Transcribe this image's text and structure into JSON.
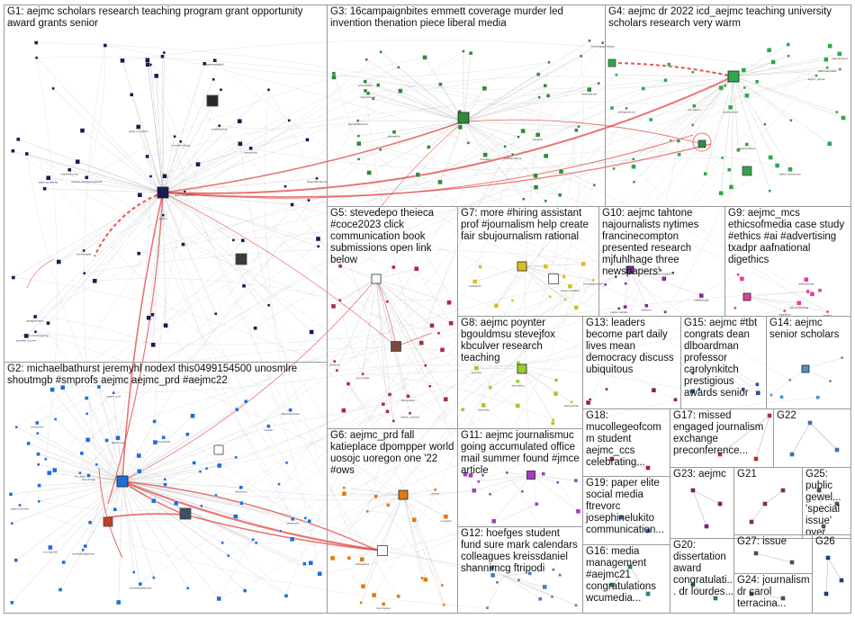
{
  "groups": [
    {
      "id": "G1",
      "label": "G1: aejmc scholars research teaching program grant opportunity award grants senior",
      "color": "#1a1a55"
    },
    {
      "id": "G2",
      "label": "G2: michaelbathurst jeremyhl nodexl this0499154500 unosmlre shoutmgb #smprofs aejmc aejmc_prd #aejmc22",
      "color": "#1e6fd6"
    },
    {
      "id": "G3",
      "label": "G3: 16campaignbites emmett coverage murder led invention thenation piece liberal media",
      "color": "#2e8b3a"
    },
    {
      "id": "G4",
      "label": "G4: aejmc dr 2022 icd_aejmc teaching university scholars research very warm",
      "color": "#2ea84a"
    },
    {
      "id": "G5",
      "label": "G5: stevedepo theieca #coce2023 click communication book submissions open link below",
      "color": "#b02a3c"
    },
    {
      "id": "G6",
      "label": "G6: aejmc_prd fall katieplace dpompper world uosojc uoregon one '22 #ows",
      "color": "#e07a10"
    },
    {
      "id": "G7",
      "label": "G7: more #hiring assistant prof #journalism help create fair sbujournalism rational",
      "color": "#d8c020"
    },
    {
      "id": "G8",
      "label": "G8: aejmc poynter bgouldmsu stevejfox kbculver research teaching",
      "color": "#9acd32"
    },
    {
      "id": "G9",
      "label": "G9: aejmc_mcs ethicsofmedia case study #ethics #ai #advertising txadpr aafnational digethics",
      "color": "#e040a0"
    },
    {
      "id": "G10",
      "label": "G10: aejmc tahtone najournalists nytimes francinecompton presented research mjfuhlhage three newspapers'",
      "color": "#7a3090"
    },
    {
      "id": "G11",
      "label": "G11: aejmc journalismuc going accumulated office mail summer found #jmce article",
      "color": "#a040c0"
    },
    {
      "id": "G12",
      "label": "G12: hoefges student fund sure mark calendars colleagues kreissdaniel shannimcg ftripodi",
      "color": "#4a7ab0"
    },
    {
      "id": "G13",
      "label": "G13: leaders become part daily lives mean democracy discuss ubiquitous",
      "color": "#8a2050"
    },
    {
      "id": "G14",
      "label": "G14: aejmc senior scholars",
      "color": "#5090c0"
    },
    {
      "id": "G15",
      "label": "G15: aejmc #tbt congrats dean dlboardman professor carolynkitch prestigious awards senior",
      "color": "#2a5090"
    },
    {
      "id": "G16",
      "label": "G16: media management #aejmc21 congratulations wcumedia...",
      "color": "#208080"
    },
    {
      "id": "G17",
      "label": "G17: missed engaged journalism exchange preconference...",
      "color": "#b03030"
    },
    {
      "id": "G18",
      "label": "G18: mucollegeofcomm student aejmc_ccs celebrating...",
      "color": "#a02040"
    },
    {
      "id": "G19",
      "label": "G19: paper elite social media ftrevorc josephinelukito communication...",
      "color": "#3060a0"
    },
    {
      "id": "G20",
      "label": "G20: dissertation award congratulati... dr lourdes...",
      "color": "#208050"
    },
    {
      "id": "G21",
      "label": "G21",
      "color": "#803030"
    },
    {
      "id": "G22",
      "label": "G22",
      "color": "#4070b0"
    },
    {
      "id": "G23",
      "label": "G23: aejmc",
      "color": "#7a2070"
    },
    {
      "id": "G24",
      "label": "G24: journalism dr carol terracina...",
      "color": "#306040"
    },
    {
      "id": "G25",
      "label": "G25: public gewel... 'special issue' over...",
      "color": "#204070"
    },
    {
      "id": "G26",
      "label": "G26",
      "color": "#505050"
    },
    {
      "id": "G27",
      "label": "G27: issue",
      "color": "#505050"
    }
  ],
  "node_labels": {
    "G1": [
      "aejmc",
      "media_marketing2018",
      "gregpacheco",
      "jodie_b_marsh",
      "aejmcebpfall",
      "mr.lifeagee",
      "aejmctaskforce",
      "jennifer_turner",
      "aejmcpublicity",
      "mediafaculty",
      "smithtackle",
      "thesmithreport",
      "crowdhunting",
      "aejmcrtm",
      "murcomcollegemg"
    ],
    "G2": [
      "marketingtiphyp",
      "jeremyhl",
      "nodexl",
      "michaelbathurst",
      "unosmlre",
      "shoutmgb",
      "aejmc_prd",
      "elliotcsm",
      "stephieraxaw",
      "trn_tran",
      "uncharloft",
      "aejmcscholar",
      "aejmcncg",
      "shoutuofs"
    ],
    "G3": [
      "16campaignbites",
      "thenation",
      "emmetttill",
      "jamesfletchers",
      "moveon",
      "kathleeroth",
      "mediaculture",
      "dlgoldmyer",
      "sarahm"
    ],
    "G4": [
      "icd_aejmc",
      "aejmc_alpha",
      "sapranapoli",
      "collegeofcom",
      "sloanhoward",
      "atlannaoshea",
      "tinaherbert",
      "aejmcnewsroom"
    ],
    "G5": [
      "aejmc_csmmt",
      "stevedepo",
      "theieca",
      "yoyonews"
    ],
    "G6": [
      "katieplace",
      "dpompper",
      "uosojc",
      "uoregon"
    ],
    "G7": [
      "sbujournalism",
      "cwaltertx",
      "jmaraserchant"
    ],
    "G8": [
      "poynter",
      "bgouldmsu",
      "stevejfox",
      "kbculver"
    ],
    "G9": [
      "ethicsofmedia",
      "txadpr",
      "aafnational",
      "digethics"
    ],
    "G10": [
      "tahtone",
      "najournalists",
      "francinecompton",
      "mjfuhlhage"
    ]
  }
}
